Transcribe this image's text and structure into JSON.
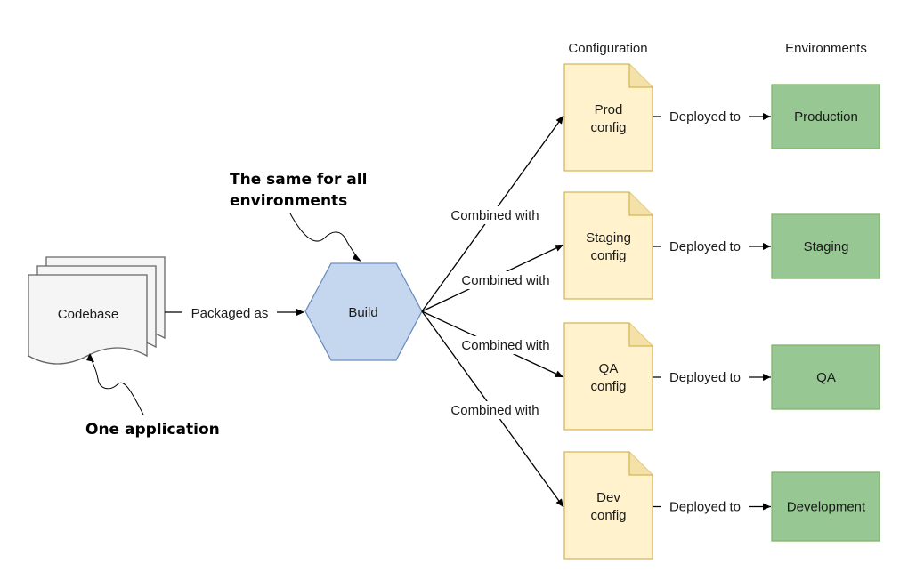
{
  "colors": {
    "codebase_fill": "#f5f5f5",
    "codebase_stroke": "#666666",
    "build_fill": "#c5d7ee",
    "build_stroke": "#6c8ebf",
    "config_fill": "#fff2cc",
    "config_stroke": "#d6b656",
    "env_fill": "#97c793",
    "env_stroke": "#82b366"
  },
  "headers": {
    "configuration": "Configuration",
    "environments": "Environments"
  },
  "notes": {
    "same": [
      "The same for all",
      "environments"
    ],
    "one_app": "One application"
  },
  "codebase": {
    "label": "Codebase"
  },
  "build": {
    "label": "Build"
  },
  "edge_labels": {
    "packaged_as": "Packaged as"
  },
  "rows": [
    {
      "config": [
        "Prod",
        "config"
      ],
      "combined": "Combined with",
      "deployed": "Deployed to",
      "env": "Production"
    },
    {
      "config": [
        "Staging",
        "config"
      ],
      "combined": "Combined with",
      "deployed": "Deployed to",
      "env": "Staging"
    },
    {
      "config": [
        "QA",
        "config"
      ],
      "combined": "Combined with",
      "deployed": "Deployed to",
      "env": "QA"
    },
    {
      "config": [
        "Dev",
        "config"
      ],
      "combined": "Combined with",
      "deployed": "Deployed to",
      "env": "Development"
    }
  ],
  "icons": {
    "arrowhead": "arrowhead-icon"
  }
}
